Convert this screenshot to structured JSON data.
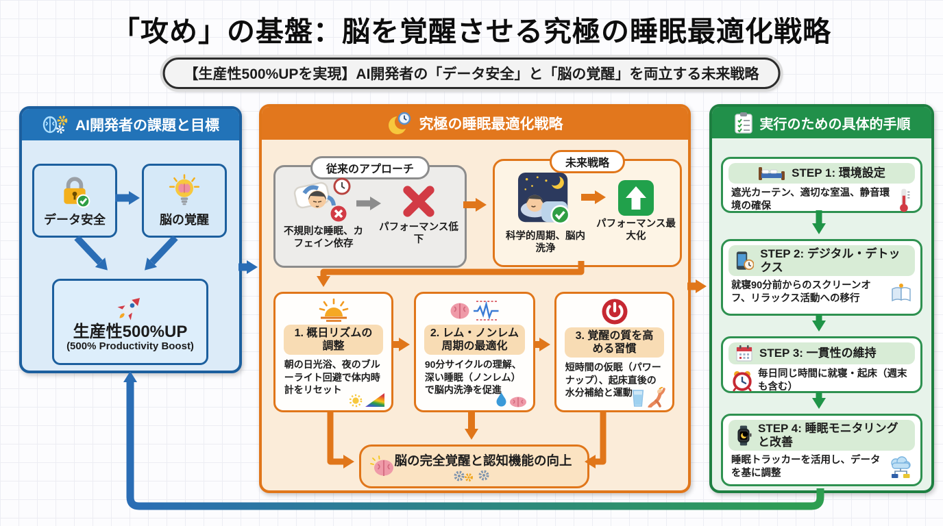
{
  "page": {
    "title": "「攻め」の基盤：脳を覚醒させる究極の睡眠最適化戦略",
    "subtitle": "【生産性500%UPを実現】AI開発者の「データ安全」と「脳の覚醒」を両立する未来戦略"
  },
  "left_panel": {
    "header": "AI開発者の課題と目標",
    "data_safety": "データ安全",
    "brain_awakening": "脳の覚醒",
    "goal_title": "生産性500%UP",
    "goal_subtitle": "(500% Productivity Boost)"
  },
  "middle_panel": {
    "header": "究極の睡眠最適化戦略",
    "conventional": {
      "label": "従来のアプローチ",
      "cause": "不規則な睡眠、カフェイン依存",
      "effect": "パフォーマンス低下"
    },
    "future": {
      "label": "未来戦略",
      "cause": "科学的周期、脳内洗浄",
      "effect": "パフォーマンス最大化"
    },
    "strategies": [
      {
        "title": "1. 概日リズムの調整",
        "body": "朝の日光浴、夜のブルーライト回避で体内時計をリセット"
      },
      {
        "title": "2. レム・ノンレム周期の最適化",
        "body": "90分サイクルの理解、深い睡眠（ノンレム）で脳内洗浄を促進"
      },
      {
        "title": "3. 覚醒の質を高める習慣",
        "body": "短時間の仮眠（パワーナップ）、起床直後の水分補給と運動"
      }
    ],
    "outcome": "脳の完全覚醒と認知機能の向上"
  },
  "right_panel": {
    "header": "実行のための具体的手順",
    "steps": [
      {
        "title": "STEP 1: 環境設定",
        "body": "遮光カーテン、適切な室温、静音環境の確保"
      },
      {
        "title": "STEP 2: デジタル・デトックス",
        "body": "就寝90分前からのスクリーンオフ、リラックス活動への移行"
      },
      {
        "title": "STEP 3: 一貫性の維持",
        "body": "毎日同じ時間に就寝・起床（週末も含む）"
      },
      {
        "title": "STEP 4: 睡眠モニタリングと改善",
        "body": "睡眠トラッカーを活用し、データを基に調整"
      }
    ]
  },
  "colors": {
    "blue_primary": "#2273b8",
    "blue_arrow": "#2a6db5",
    "orange_primary": "#e0761a",
    "green_primary": "#1f9447",
    "red_cross": "#d23b45",
    "text": "#1c1c1c"
  },
  "icons": {
    "left_header": "brain-gears",
    "middle_header": "moon-clock",
    "right_header": "clipboard-check"
  }
}
